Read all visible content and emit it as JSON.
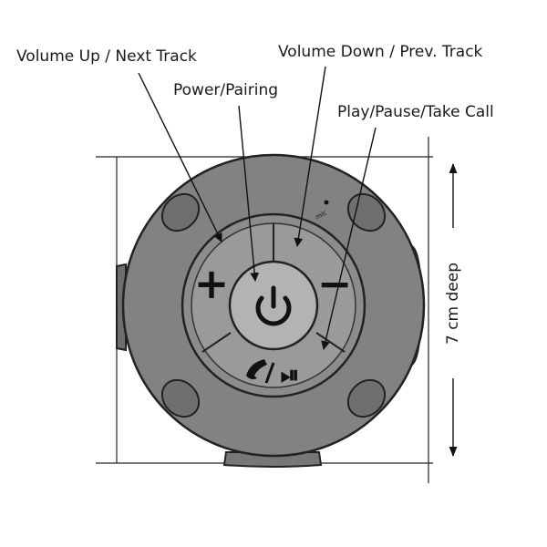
{
  "labels": {
    "volume_up": "Volume Up / Next Track",
    "volume_down": "Volume Down / Prev. Track",
    "power": "Power/Pairing",
    "play": "Play/Pause/Take Call"
  },
  "dimension": {
    "depth": "7 cm deep"
  },
  "device": {
    "mic_label": "mic",
    "plus_symbol": "+",
    "minus_symbol": "−",
    "play_symbol": "⏯"
  },
  "colors": {
    "body": "#828282",
    "body_dark": "#5e5e5e",
    "button": "#9a9a9a",
    "center": "#b3b3b3",
    "ink": "#111111"
  }
}
